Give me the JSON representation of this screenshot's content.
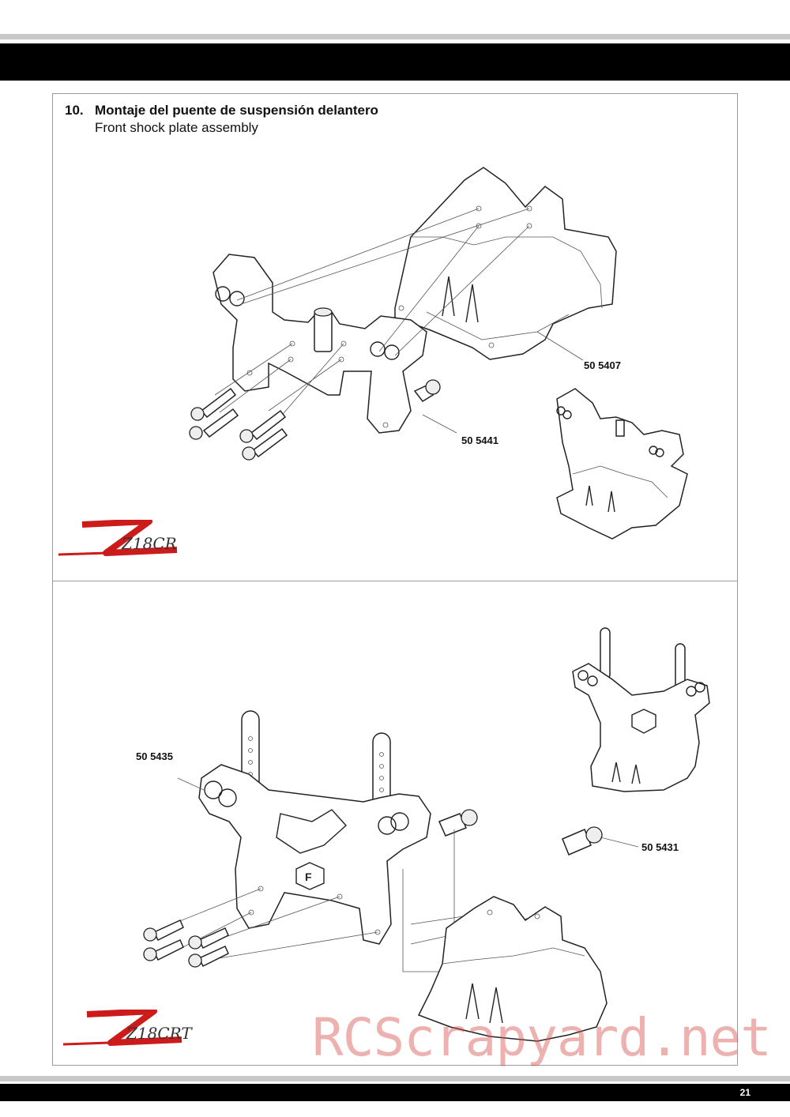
{
  "step": {
    "number": "10.",
    "title_es": "Montaje del puente de suspensión delantero",
    "title_en": "Front shock plate assembly"
  },
  "part_labels": {
    "top_body": "50 5407",
    "top_ball": "50 5441",
    "bottom_plate": "50 5435",
    "bottom_ball": "50 5431"
  },
  "logos": {
    "top": "Z18CR",
    "bottom": "Z18CRT"
  },
  "watermark": "RCScrapyard.net",
  "page_number": "21"
}
